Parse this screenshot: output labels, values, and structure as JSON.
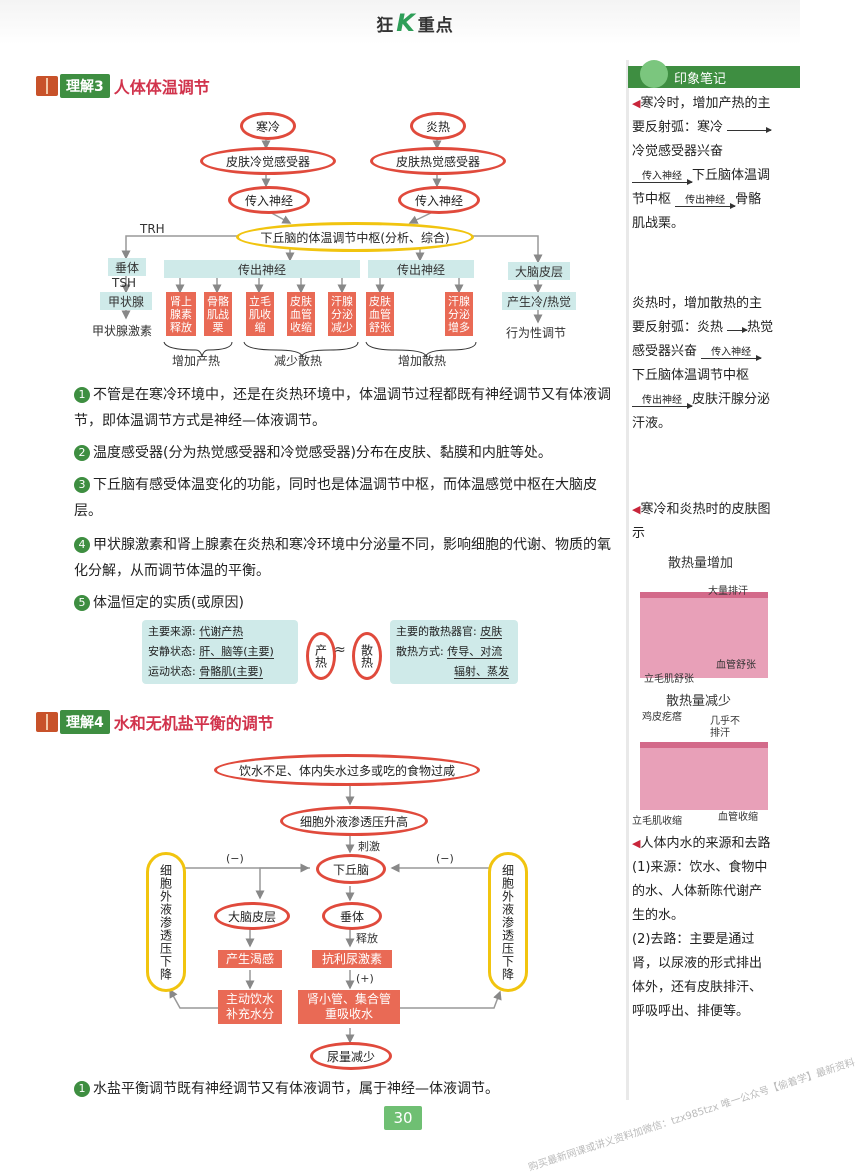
{
  "header": {
    "brand_a": "狂",
    "brand_k": "K",
    "brand_b": "重点"
  },
  "sec3": {
    "tag": "理解3",
    "title": "人体体温调节"
  },
  "d1": {
    "cold": "寒冷",
    "hot": "炎热",
    "cold_recep": "皮肤冷觉感受器",
    "hot_recep": "皮肤热觉感受器",
    "afferent": "传入神经",
    "center": "下丘脑的体温调节中枢(分析、综合)",
    "trh": "TRH",
    "pit": "垂体",
    "tsh": "TSH",
    "thy": "甲状腺",
    "thy_h": "甲状腺激素",
    "eff1": "传出神经",
    "eff2": "传出神经",
    "cortex": "大脑皮层",
    "feel": "产生冷/热觉",
    "behav": "行为性调节",
    "b1": "肾上腺素释放",
    "b2": "骨骼肌战栗",
    "b3": "立毛肌收缩",
    "b4": "皮肤血管收缩",
    "b5": "汗腺分泌减少",
    "b6": "皮肤血管舒张",
    "b7": "汗腺分泌增多",
    "g1": "增加产热",
    "g2": "减少散热",
    "g3": "增加散热"
  },
  "paras": [
    {
      "n": "1",
      "text": "不管是在寒冷环境中，还是在炎热环境中，体温调节过程都既有神经调节又有体液调节，即体温调节方式是神经—体液调节。"
    },
    {
      "n": "2",
      "text": "温度感受器(分为热觉感受器和冷觉感受器)分布在皮肤、黏膜和内脏等处。"
    },
    {
      "n": "3",
      "text": "下丘脑有感受体温变化的功能，同时也是体温调节中枢，而体温感觉中枢在大脑皮层。"
    },
    {
      "n": "4",
      "text": "甲状腺激素和肾上腺素在炎热和寒冷环境中分泌量不同，影响细胞的代谢、物质的氧化分解，从而调节体温的平衡。"
    },
    {
      "n": "5",
      "text": "体温恒定的实质(或原因)"
    }
  ],
  "info": {
    "l1a": "主要来源: ",
    "l1b": "代谢产热",
    "l2a": "安静状态: ",
    "l2b": "肝、脑等(主要)",
    "l3a": "运动状态: ",
    "l3b": "骨骼肌(主要)",
    "chan": "产热",
    "eq": "≈",
    "san": "散热",
    "r1a": "主要的散热器官: ",
    "r1b": "皮肤",
    "r2a": "散热方式: ",
    "r2b": "传导、对流",
    "r3b": "辐射、蒸发"
  },
  "sec4": {
    "tag": "理解4",
    "title": "水和无机盐平衡的调节"
  },
  "d2": {
    "top": "饮水不足、体内失水过多或吃的食物过咸",
    "rise": "细胞外液渗透压升高",
    "stim": "刺激",
    "hypo": "下丘脑",
    "minus1": "(−)",
    "minus2": "(−)",
    "plus": "(+)",
    "release": "释放",
    "cortex": "大脑皮层",
    "pit": "垂体",
    "thirst": "产生渴感",
    "adh": "抗利尿激素",
    "drink": "主动饮水补充水分",
    "reabs": "肾小管、集合管重吸收水",
    "less": "尿量减少",
    "drop_l": "细胞外液渗透压下降",
    "drop_r": "细胞外液渗透压下降"
  },
  "para_last": {
    "n": "1",
    "text": "水盐平衡调节既有神经调节又有体液调节，属于神经—体液调节。"
  },
  "sidebar": {
    "head": "印象笔记",
    "s1_a": "寒冷时，增加产热的主要反射弧：寒冷",
    "s1_b": "冷觉感受器兴奋",
    "s1_c": "传入神经",
    "s1_d": "下丘脑体温调节中枢",
    "s1_e": "传出神经",
    "s1_f": "骨骼肌战栗。",
    "s2_a": "炎热时，增加散热的主要反射弧：炎热",
    "s2_b": "热觉感受器兴奋",
    "s2_c": "传入神经",
    "s2_d": "下丘脑体温调节中枢",
    "s2_e": "传出神经",
    "s2_f": "皮肤汗腺分泌汗液。",
    "s3": "寒冷和炎热时的皮肤图示",
    "fig1_title": "散热量增加",
    "fig1_lbl1": "大量排汗",
    "fig1_lbl2": "立毛肌舒张",
    "fig1_lbl3": "血管舒张",
    "fig2_title": "散热量减少",
    "fig2_lbl0": "鸡皮疙瘩",
    "fig2_lbl1": "几乎不排汗",
    "fig2_lbl2": "立毛肌收缩",
    "fig2_lbl3": "血管收缩",
    "s4": "人体内水的来源和去路",
    "s4_a": "(1)来源：饮水、食物中的水、人体新陈代谢产生的水。",
    "s4_b": "(2)去路：主要是通过肾，以尿液的形式排出体外，还有皮肤排汗、呼吸呼出、排便等。"
  },
  "footer": {
    "page": "30"
  },
  "watermark": "购买最新网课或讲义资料加微信：tzx985tzx 唯一公众号【偷着学】最新资料"
}
